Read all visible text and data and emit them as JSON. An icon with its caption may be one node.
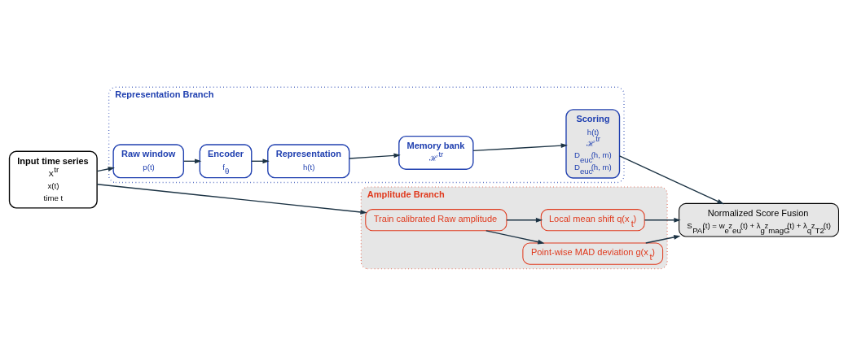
{
  "diagram": {
    "nodes": [
      {
        "text": [
          "Input time series",
          "X$^{tr}$",
          "x(t)",
          "time t"
        ]
      },
      {
        "text": [
          "Representation Branch"
        ]
      },
      {
        "text": [
          "Raw window",
          "p(t)"
        ],
        "in": 1
      },
      {
        "text": [
          "Encoder",
          "f$_{θ}$"
        ],
        "in": 1
      },
      {
        "text": [
          "Representation",
          "h(t)"
        ],
        "in": 1
      },
      {
        "text": [
          "Memory bank",
          "ℋ$^{tr}$"
        ],
        "in": 1
      },
      {
        "text": [
          "Scoring",
          "h(t)",
          "ℋ$^{tr}$",
          "D$_{euc}$(h, m)",
          "D$_{euc}$(h, m)"
        ],
        "in": 1
      },
      {
        "text": [
          "Amplitude Branch"
        ]
      },
      {
        "text": [
          "Train calibrated Raw amplitude"
        ],
        "in": 7
      },
      {
        "text": [
          "Point-wise MAD deviation g(x$_{t}$)"
        ],
        "in": 7
      },
      {
        "text": [
          "Local mean shift q(x$_{t}$)"
        ],
        "in": 7
      },
      {
        "text": [
          "Normalized Score Fusion",
          "S$_{PAI}$(t) = w$_{e}$z$_{eu}$(t) + λ$_{g}$z$_{magG}$(t) + λ$_{q}$z$_{T2}$(t)"
        ]
      }
    ],
    "edges": [
      {
        "from": 0,
        "to": 2,
        "arrow": "to"
      },
      {
        "from": 0,
        "to": 8,
        "arrow": "to"
      },
      {
        "from": 2,
        "to": 3,
        "arrow": "to"
      },
      {
        "from": 3,
        "to": 4,
        "arrow": "to"
      },
      {
        "from": 4,
        "to": 5,
        "arrow": "to"
      },
      {
        "from": 5,
        "to": 6,
        "arrow": "to"
      },
      {
        "from": 6,
        "to": 11,
        "arrow": "to"
      },
      {
        "from": 8,
        "to": 9,
        "arrow": "to"
      },
      {
        "from": 8,
        "to": 10,
        "arrow": "to"
      },
      {
        "from": 9,
        "to": 11,
        "arrow": "to"
      },
      {
        "from": 10,
        "to": 11,
        "arrow": "to"
      }
    ]
  }
}
